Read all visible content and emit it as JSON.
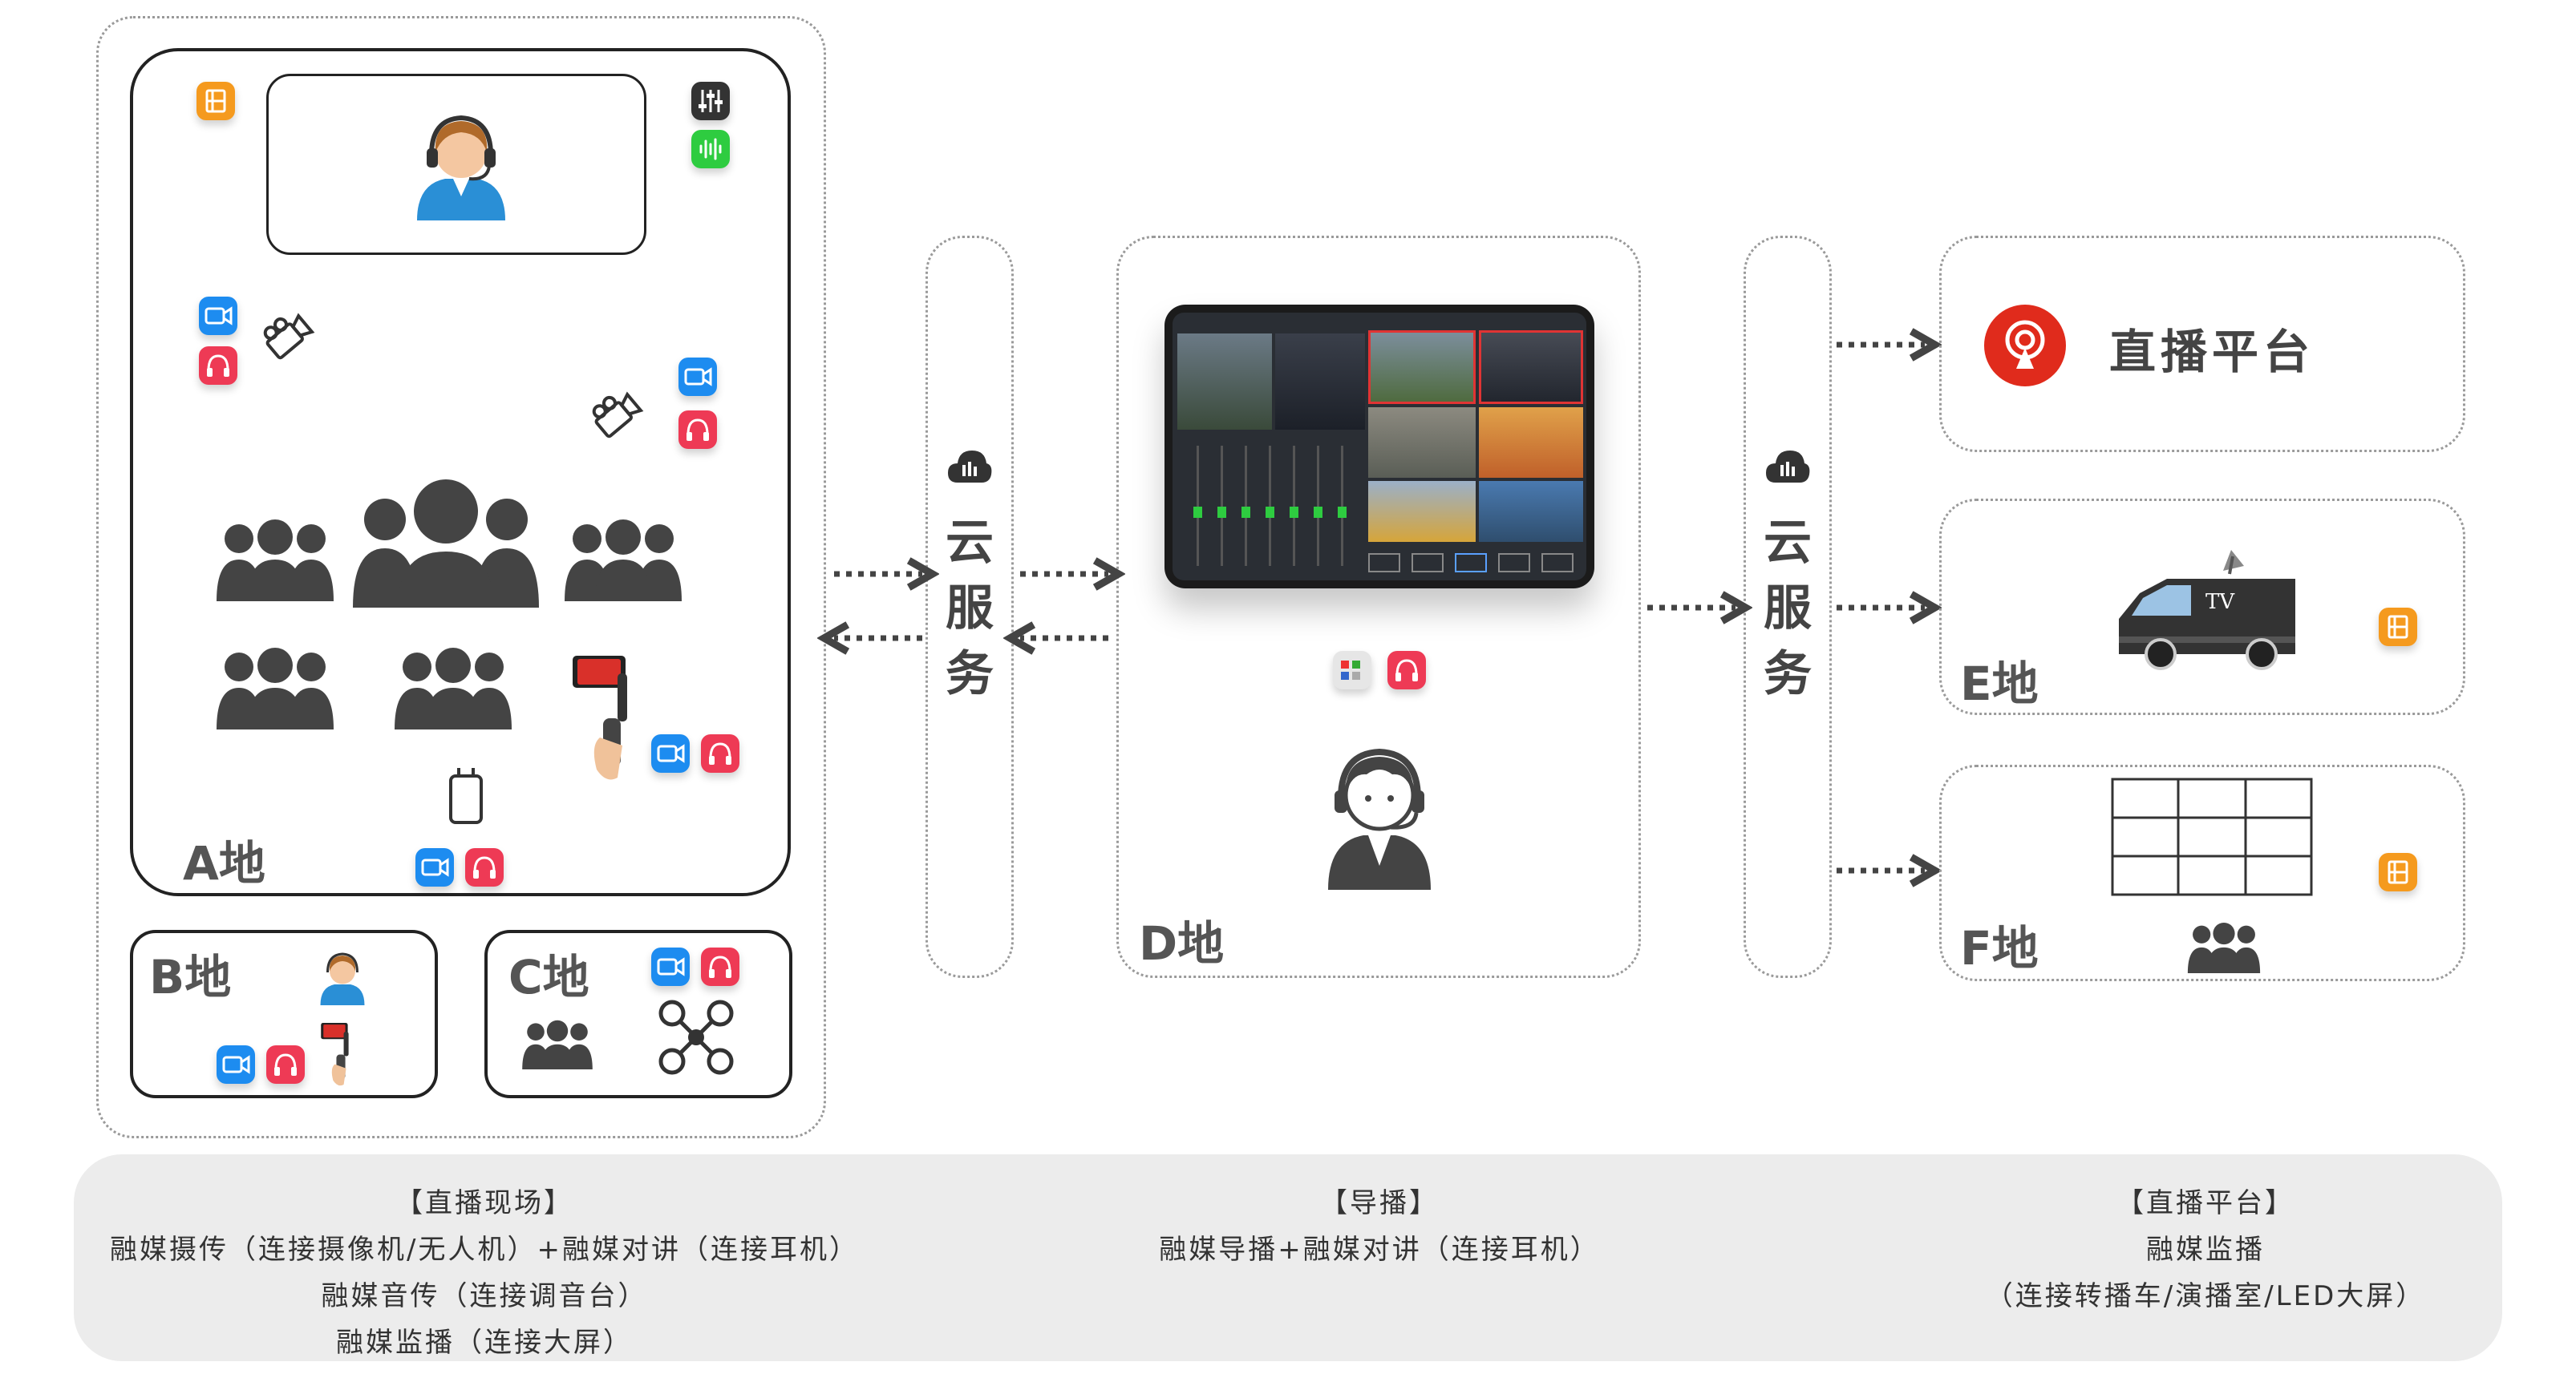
{
  "locations": {
    "a": "A地",
    "b": "B地",
    "c": "C地",
    "d": "D地",
    "e": "E地",
    "f": "F地"
  },
  "cloud": {
    "left": [
      "云",
      "服",
      "务"
    ],
    "right": [
      "云",
      "服",
      "务"
    ]
  },
  "platform": {
    "title": "直播平台"
  },
  "van": {
    "label": "TV"
  },
  "captions": {
    "left": {
      "title": "【直播现场】",
      "line1": "融媒摄传（连接摄像机/无人机）+融媒对讲（连接耳机）",
      "line2": "融媒音传（连接调音台）",
      "line3": "融媒监播（连接大屏）"
    },
    "middle": {
      "title": "【导播】",
      "line1": "融媒导播+融媒对讲（连接耳机）"
    },
    "right": {
      "title": "【直播平台】",
      "line1": "融媒监播",
      "line2": "（连接转播车/演播室/LED大屏）"
    }
  },
  "colors": {
    "video_app": "#1d8cf0",
    "talk_app": "#ee3a55",
    "monitor_app": "#f59a1e",
    "audio_app": "#2ecc40",
    "platform_logo": "#e02b1c",
    "person_body": "#2a8fd6"
  }
}
